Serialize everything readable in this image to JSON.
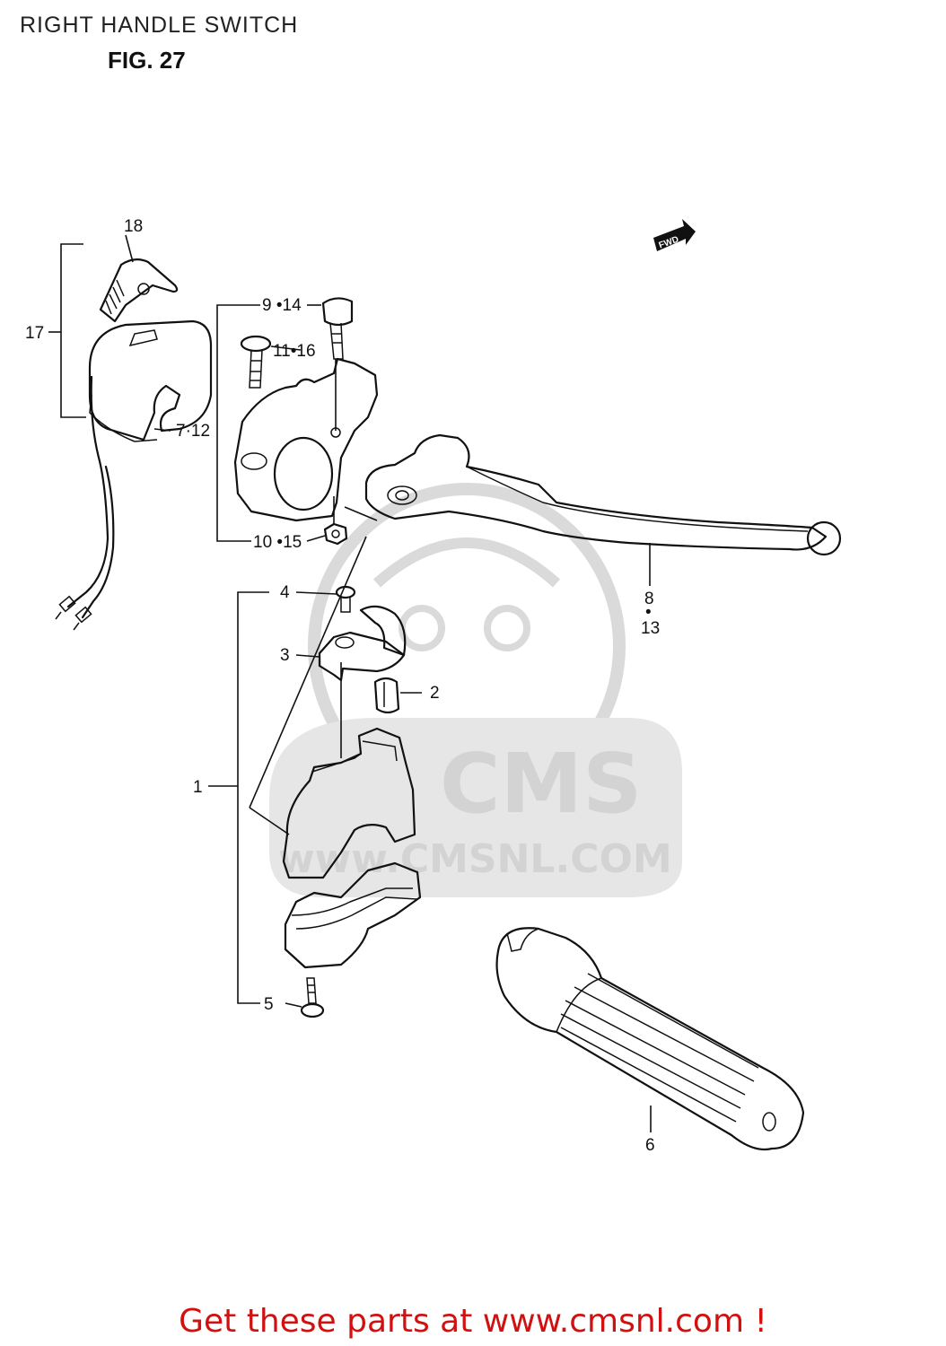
{
  "header": {
    "title": "RIGHT HANDLE SWITCH",
    "figure": "FIG. 27"
  },
  "fwd_badge": "FWD",
  "callouts": {
    "c1": "1",
    "c2": "2",
    "c3": "3",
    "c4": "4",
    "c5": "5",
    "c6": "6",
    "c7_12": "7·12",
    "c8": "8",
    "c8_dot": "•",
    "c13": "13",
    "c9_14": "9 •14",
    "c10_15": "10 •15",
    "c11_16": "11•16",
    "c17": "17",
    "c18": "18"
  },
  "watermark": {
    "brand": "CMS",
    "url": "www.CMSNL.COM"
  },
  "footer": {
    "link_text": "Get these parts at www.cmsnl.com !"
  },
  "colors": {
    "footer_red": "#d21010",
    "watermark_gray": "#cfcfcf",
    "line": "#111111"
  }
}
